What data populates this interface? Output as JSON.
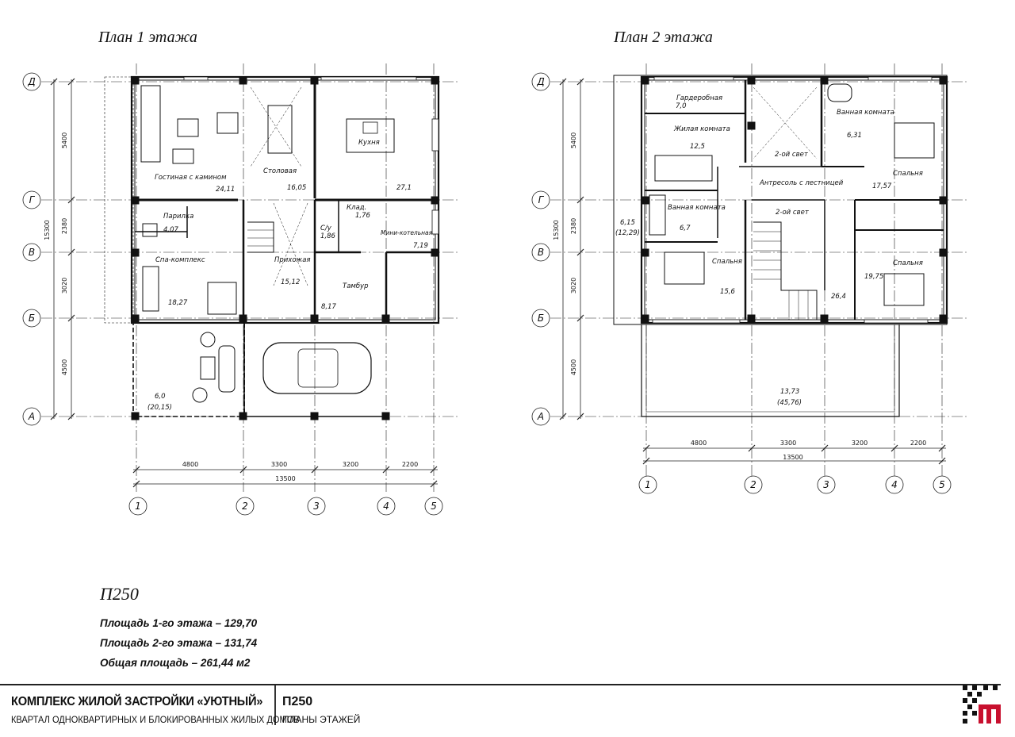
{
  "floor1": {
    "title": "План 1 этажа",
    "axes_letters": [
      "Д",
      "Г",
      "В",
      "Б",
      "А"
    ],
    "axes_numbers": [
      "1",
      "2",
      "3",
      "4",
      "5"
    ],
    "dims_vertical": [
      "5400",
      "2380",
      "15300",
      "3020",
      "4500"
    ],
    "dims_horizontal": [
      "4800",
      "3300",
      "3200",
      "2200"
    ],
    "dim_total": "13500",
    "rooms": [
      {
        "name": "Гостиная с камином",
        "area": "24,11"
      },
      {
        "name": "Столовая",
        "area": "16,05"
      },
      {
        "name": "Кухня",
        "area": "27,1"
      },
      {
        "name": "Парилка",
        "area": "4,07"
      },
      {
        "name": "Спа-комплекс",
        "area": "18,27"
      },
      {
        "name": "Прихожая",
        "area": "15,12"
      },
      {
        "name": "С/у",
        "area": "1,86"
      },
      {
        "name": "Клад.",
        "area": "1,76"
      },
      {
        "name": "Мини-котельная",
        "area": "7,19"
      },
      {
        "name": "Тамбур",
        "area": "8,17"
      }
    ],
    "terrace": {
      "area": "6,0",
      "area_total": "(20,15)"
    }
  },
  "floor2": {
    "title": "План 2 этажа",
    "axes_letters": [
      "Д",
      "Г",
      "В",
      "Б",
      "А"
    ],
    "axes_numbers": [
      "1",
      "2",
      "3",
      "4",
      "5"
    ],
    "dims_vertical": [
      "5400",
      "2380",
      "15300",
      "3020",
      "4500"
    ],
    "dims_horizontal": [
      "4800",
      "3300",
      "3200",
      "2200"
    ],
    "dim_total": "13500",
    "rooms": [
      {
        "name": "Гардеробная",
        "area": "7,0"
      },
      {
        "name": "Жилая комната",
        "area": "12,5"
      },
      {
        "name": "2-ой свет",
        "area": ""
      },
      {
        "name": "Ванная комната",
        "area": "6,31"
      },
      {
        "name": "Спальня",
        "area": "17,57"
      },
      {
        "name": "Антресоль с лестницей",
        "area": "26,4"
      },
      {
        "name": "Ванная комната",
        "area": "6,7"
      },
      {
        "name": "2-ой свет",
        "area": ""
      },
      {
        "name": "Спальня",
        "area": "15,6"
      },
      {
        "name": "Спальня",
        "area": "19,75"
      }
    ],
    "balcony": {
      "area": "6,15",
      "area_total": "(12,29)"
    },
    "terrace": {
      "area": "13,73",
      "area_total": "(45,76)"
    }
  },
  "summary": {
    "code": "П250",
    "area1": "Площадь 1-го этажа – 129,70",
    "area2": "Площадь 2-го этажа – 131,74",
    "area_total": "Общая площадь – 261,44 м2"
  },
  "footer": {
    "complex": "КОМПЛЕКС ЖИЛОЙ ЗАСТРОЙКИ «УЮТНЫЙ»",
    "subtitle": "КВАРТАЛ ОДНОКВАРТИРНЫХ И БЛОКИРОВАННЫХ ЖИЛЫХ ДОМОВ",
    "code": "П250",
    "sheet": "ПЛАНЫ ЭТАЖЕЙ"
  }
}
